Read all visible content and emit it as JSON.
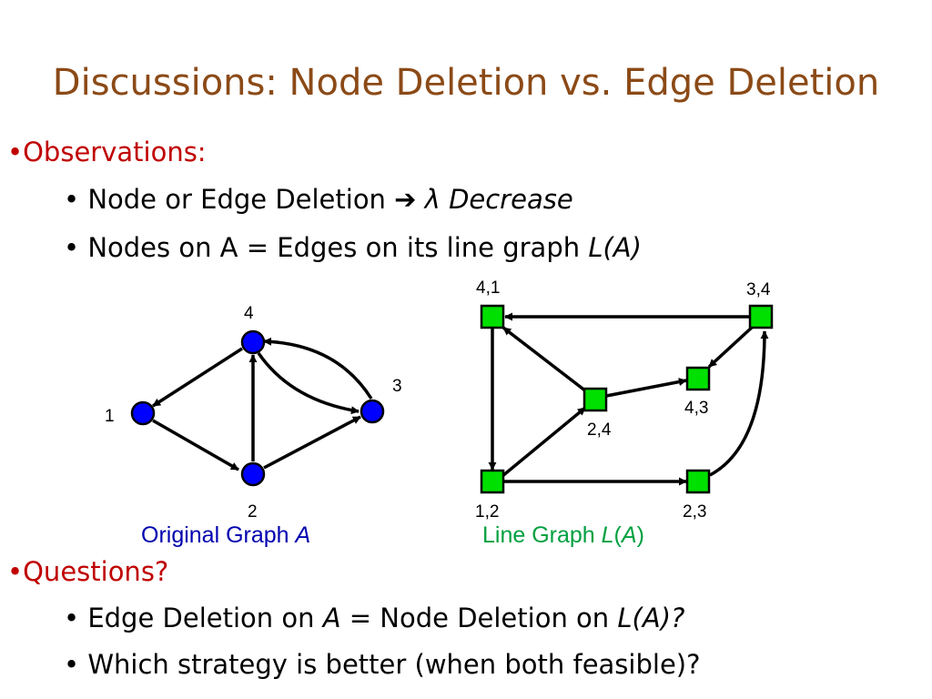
{
  "title": "Discussions: Node Deletion vs. Edge Deletion",
  "observations": {
    "bullet": "•",
    "heading": "Observations:",
    "items": [
      {
        "bullet": "•",
        "text": "Node or Edge Deletion ",
        "arrow": "➔",
        "italic": " λ Decrease"
      },
      {
        "bullet": "•",
        "text": "Nodes on A = Edges on its line graph ",
        "italic": "L(A)"
      }
    ]
  },
  "figure": {
    "original_graph": {
      "caption_text": "Original Graph ",
      "caption_italic": "A",
      "node_color": "#0000ff",
      "nodes": [
        {
          "id": "1",
          "label": "1"
        },
        {
          "id": "2",
          "label": "2"
        },
        {
          "id": "3",
          "label": "3"
        },
        {
          "id": "4",
          "label": "4"
        }
      ],
      "edges": [
        {
          "from": "4",
          "to": "1"
        },
        {
          "from": "1",
          "to": "2"
        },
        {
          "from": "2",
          "to": "4"
        },
        {
          "from": "2",
          "to": "3"
        },
        {
          "from": "4",
          "to": "3"
        },
        {
          "from": "3",
          "to": "4"
        }
      ]
    },
    "line_graph": {
      "caption_text": "Line Graph ",
      "caption_italic_1": "L",
      "caption_paren_open": "(",
      "caption_italic_2": "A",
      "caption_paren_close": ")",
      "node_color": "#00e000",
      "nodes": [
        {
          "id": "41",
          "label": "4,1"
        },
        {
          "id": "34",
          "label": "3,4"
        },
        {
          "id": "43",
          "label": "4,3"
        },
        {
          "id": "24",
          "label": "2,4"
        },
        {
          "id": "12",
          "label": "1,2"
        },
        {
          "id": "23",
          "label": "2,3"
        }
      ]
    }
  },
  "questions": {
    "bullet": "•",
    "heading": "Questions?",
    "items": [
      {
        "bullet": "•",
        "text": "Edge Deletion on ",
        "italic1": "A",
        "text2": " = Node Deletion on ",
        "italic2": "L(A)?"
      },
      {
        "bullet": "•",
        "text": "Which strategy is better (when both feasible)?"
      }
    ]
  }
}
